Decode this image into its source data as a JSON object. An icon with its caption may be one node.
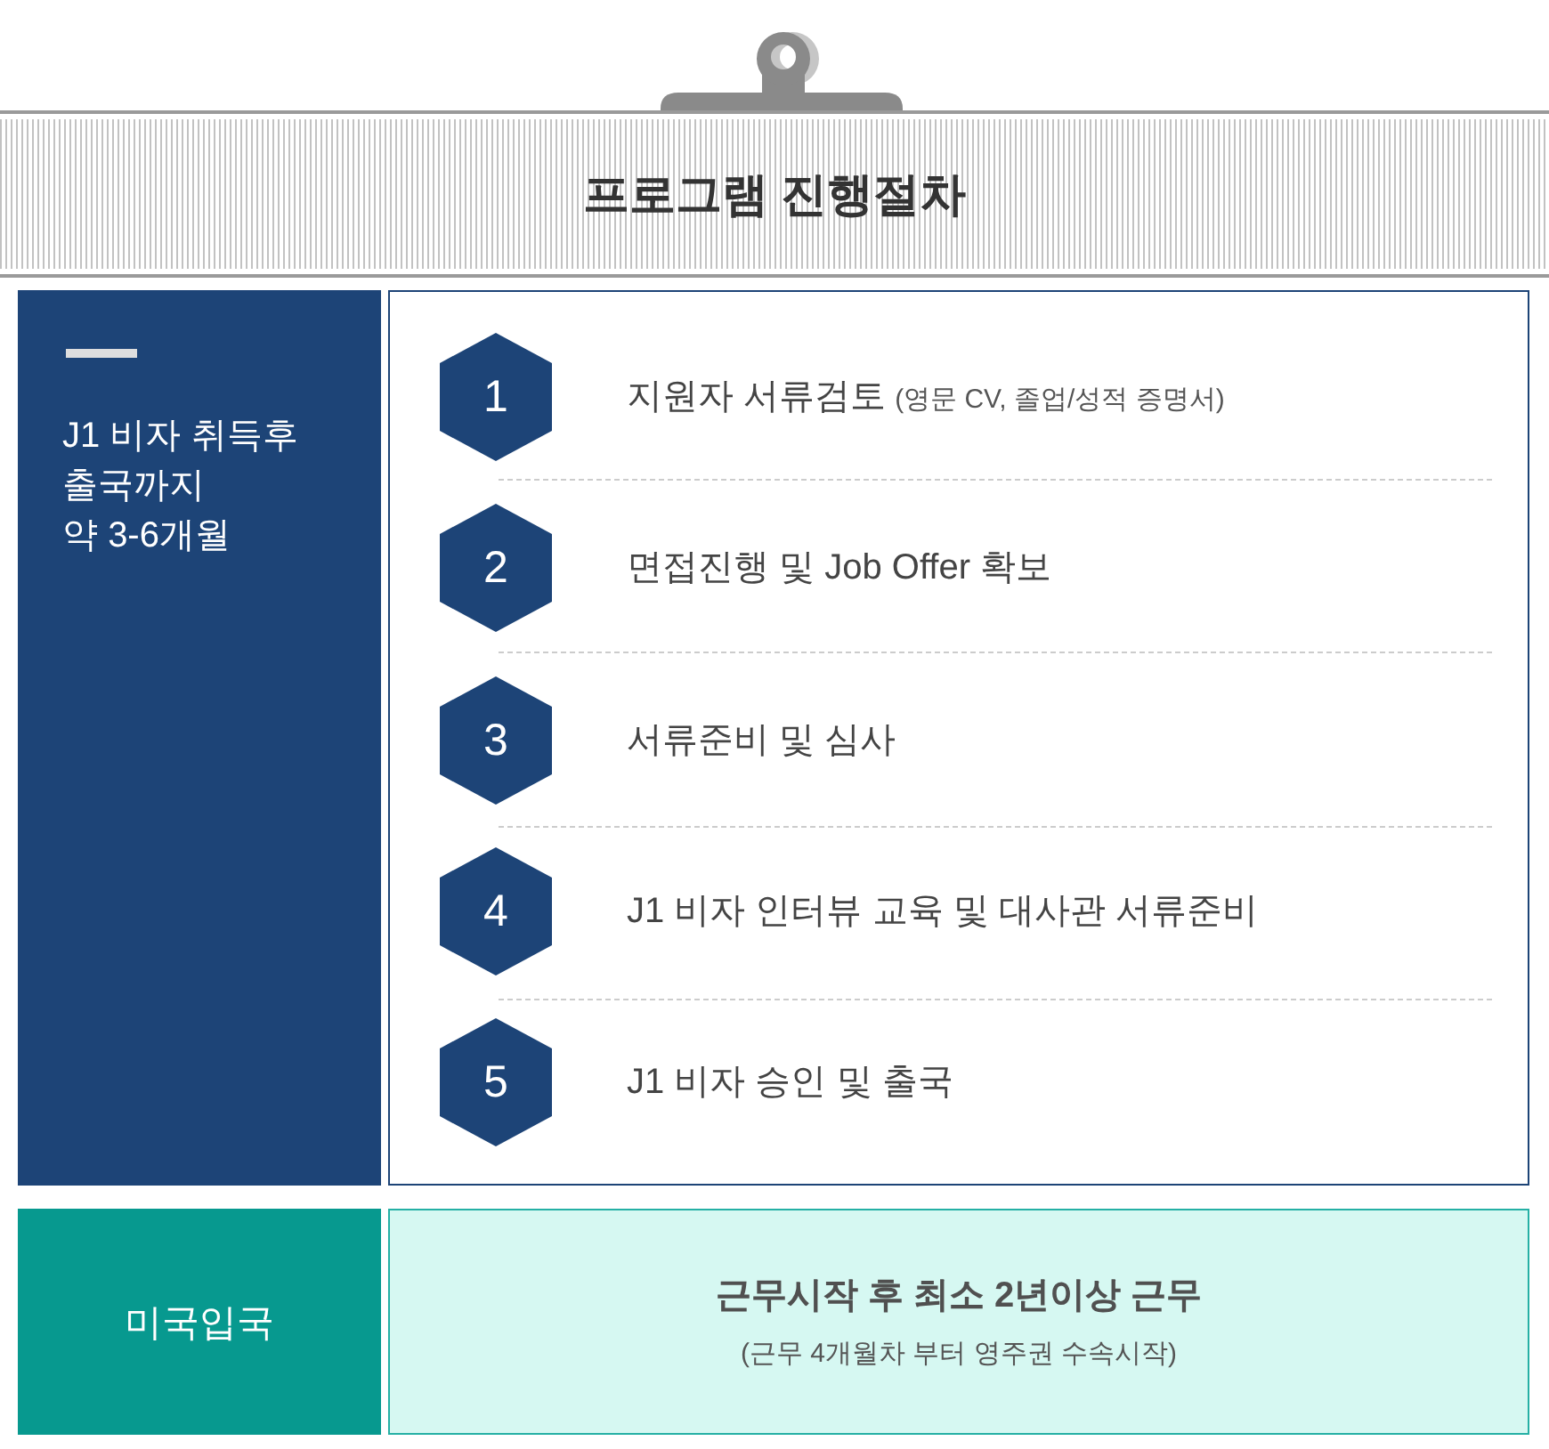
{
  "diagram": {
    "title": "프로그램 **진행절차**",
    "nodes": [
      {
        "text": [
          "J1 비자 취득후 출국까지 약 3-6개월"
        ]
      },
      {
        "text": [],
        "shape": "box"
      },
      {
        "text": [
          "1"
        ],
        "in": 1,
        "beside": [
          "지원자 서류검토",
          "(영문 CV, 졸업/성적 증명서)"
        ]
      },
      {
        "text": [
          "2"
        ],
        "in": 1,
        "beside": [
          "면접진행 및 Job Offer 확보"
        ]
      },
      {
        "text": [
          "3"
        ],
        "in": 1,
        "beside": [
          "서류준비 및 심사"
        ]
      },
      {
        "text": [
          "4"
        ],
        "in": 1,
        "beside": [
          "J1 비자 인터뷰 교육 및 대사관 서류준비"
        ]
      },
      {
        "text": [
          "5"
        ],
        "in": 1,
        "beside": [
          "J1 비자 승인 및 출국"
        ]
      },
      {
        "text": [
          "미국입국"
        ]
      },
      {
        "text": [
          "근무시작 후 최소 2년이상 근무",
          "(근무 4개월차 부터 영주권 수속시작)"
        ]
      }
    ]
  }
}
